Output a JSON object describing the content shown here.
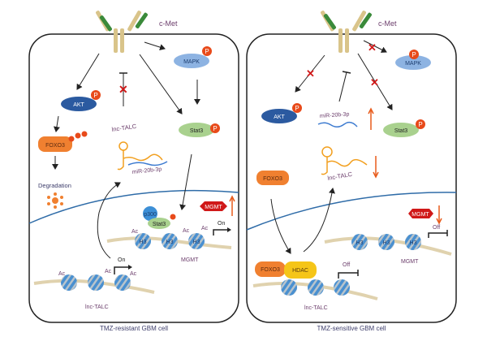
{
  "panels": [
    {
      "caption": "TMZ-resistant GBM cell",
      "receptor": "c-Met",
      "proteins": {
        "akt": "AKT",
        "mapk": "MAPK",
        "stat3": "Stat3",
        "foxo3": "FOXO3",
        "p300": "p300",
        "stat3_nuc": "Stat3",
        "mgmt": "MGMT"
      },
      "phospho": "P",
      "rna": {
        "lnc": "lnc-TALC",
        "mir": "miR-20b-3p"
      },
      "degradation": "Degradation",
      "histone": "H3",
      "acetyl": "Ac",
      "mgmt_gene": "MGMT",
      "lnc_gene": "lnc-TALC",
      "mgmt_state": "On",
      "lnc_state": "On",
      "mgmt_trend": "up"
    },
    {
      "caption": "TMZ-sensitive GBM cell",
      "receptor": "c-Met",
      "proteins": {
        "akt": "AKT",
        "mapk": "MAPK",
        "stat3": "Stat3",
        "foxo3": "FOXO3",
        "foxo3_nuc": "FOXO3",
        "hdac": "HDAC",
        "mgmt": "MGMT"
      },
      "phospho": "P",
      "rna": {
        "lnc": "lnc-TALC",
        "mir": "miR-20b-3p"
      },
      "histone": "H3",
      "mgmt_gene": "MGMT",
      "lnc_gene": "lnc-TALC",
      "mgmt_state": "Off",
      "lnc_state": "Off",
      "mgmt_trend": "down",
      "mir_trend": "up",
      "lnc_trend": "down"
    }
  ],
  "colors": {
    "akt": "#2b5aa0",
    "mapk": "#8db3e2",
    "stat3": "#a9d18e",
    "foxo3": "#f08030",
    "phospho": "#e84a1a",
    "mgmt": "#d01818",
    "hdac": "#f5c518",
    "p300": "#3d8fd6",
    "text_purple": "#6b3d6b",
    "nucleus": "#2f6ca8",
    "dna": "#e0d2ae",
    "arrow_orange": "#e85a1a",
    "block_red": "#d01818"
  }
}
